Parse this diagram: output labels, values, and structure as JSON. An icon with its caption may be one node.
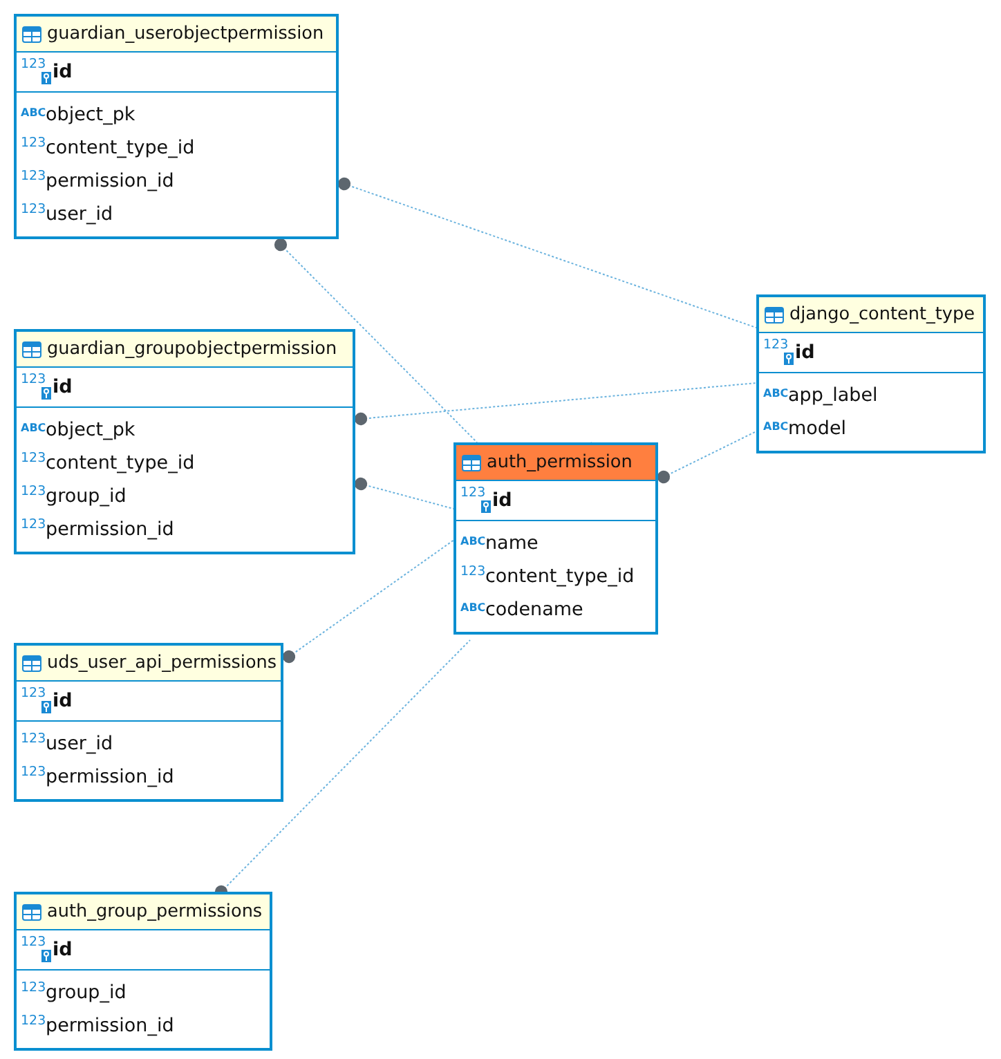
{
  "diagram": {
    "nodes": [
      {
        "text": [
          "guardian_userobjectpermission",
          "id",
          "object_pk",
          "content_type_id",
          "permission_id",
          "user_id"
        ]
      },
      {
        "text": [
          "django_content_type",
          "id",
          "app_label",
          "model"
        ]
      },
      {
        "text": [
          "guardian_groupobjectpermission",
          "id",
          "object_pk",
          "content_type_id",
          "group_id",
          "permission_id"
        ]
      },
      {
        "text": [
          "auth_permission",
          "id",
          "name",
          "content_type_id",
          "codename"
        ]
      },
      {
        "text": [
          "uds_user_api_permissions",
          "id",
          "user_id",
          "permission_id"
        ]
      },
      {
        "text": [
          "auth_group_permissions",
          "id",
          "group_id",
          "permission_id"
        ]
      }
    ],
    "edges": [
      {
        "from": 0,
        "to": 1,
        "arrow": "other"
      },
      {
        "from": 0,
        "to": 3,
        "arrow": "other"
      },
      {
        "from": 2,
        "to": 1,
        "arrow": "other"
      },
      {
        "from": 2,
        "to": 3,
        "arrow": "other"
      },
      {
        "from": 3,
        "to": 1,
        "arrow": "other"
      },
      {
        "from": 4,
        "to": 3,
        "arrow": "other"
      },
      {
        "from": 5,
        "to": 3,
        "arrow": "other"
      }
    ],
    "labels": [
      "123",
      "ABC",
      "123",
      "123",
      "123",
      "123",
      "ABC",
      "ABC",
      "123",
      "ABC",
      "123",
      "123",
      "123",
      "123",
      "ABC",
      "123",
      "ABC",
      "123",
      "123",
      "123",
      "123",
      "123",
      "123"
    ]
  }
}
